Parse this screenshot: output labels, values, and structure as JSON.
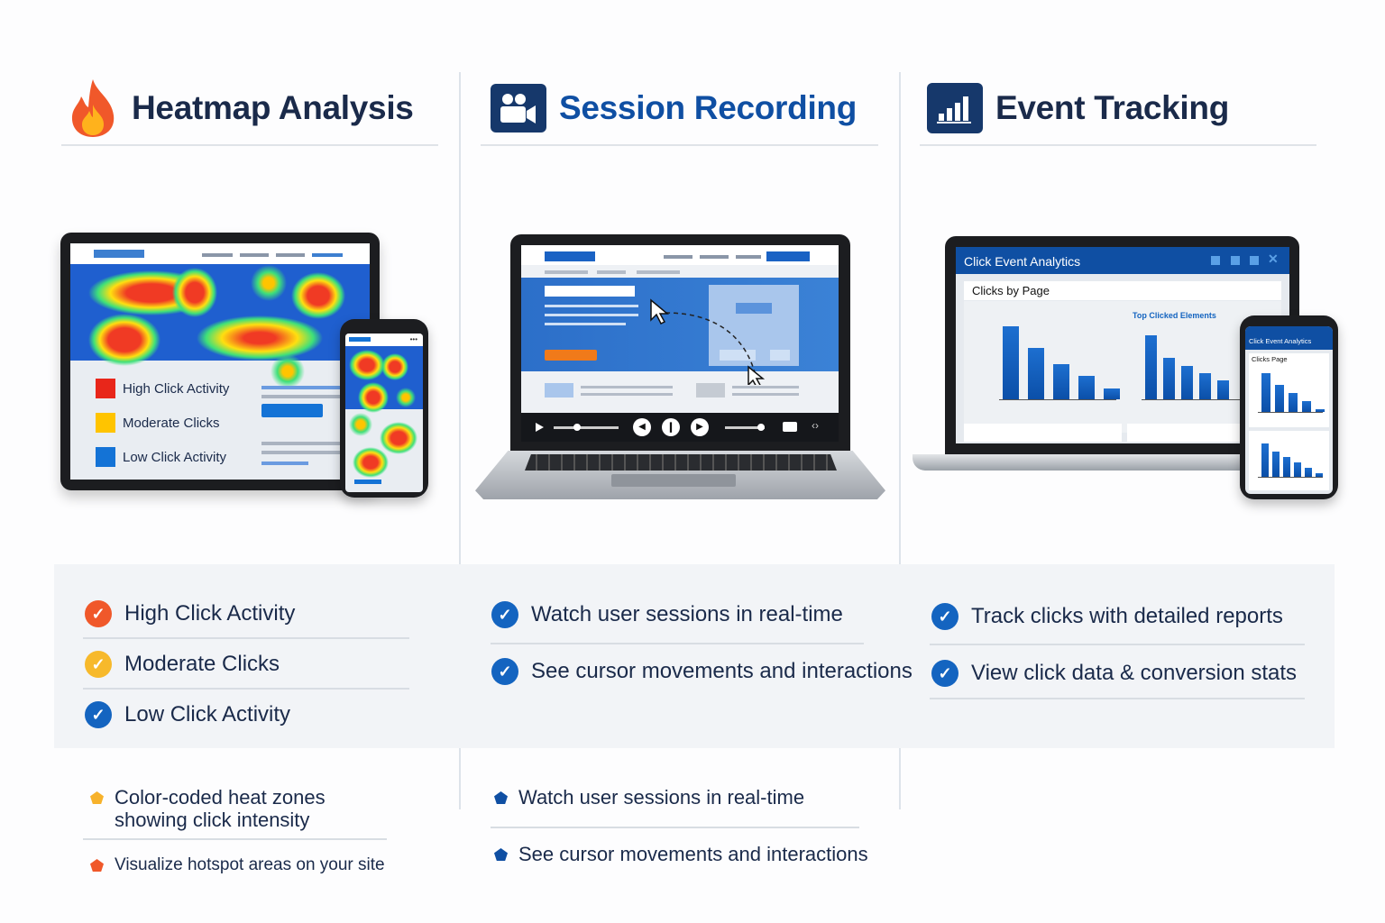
{
  "columns": [
    {
      "title": "Heatmap Analysis",
      "icon": "flame-icon"
    },
    {
      "title": "Session Recording",
      "icon": "video-camera-icon"
    },
    {
      "title": "Event Tracking",
      "icon": "bar-chart-icon"
    }
  ],
  "heatmap_device": {
    "legend": [
      {
        "label": "High Click Activity",
        "color": "#e8261a"
      },
      {
        "label": "Moderate Clicks",
        "color": "#ffc400"
      },
      {
        "label": "Low Click Activity",
        "color": "#1473d6"
      }
    ]
  },
  "event_device": {
    "window_title": "Click Event Analytics",
    "panel_title": "Clicks by Page",
    "subchart_title": "Top Clicked Elements",
    "page_bar_levels": [
      100,
      70,
      48,
      32,
      15
    ],
    "element_bar_levels": [
      100,
      64,
      52,
      41,
      29
    ],
    "phone_title": "Click Event Analytics",
    "phone_panel": "Clicks Page",
    "phone_bar_levels_1": [
      100,
      70,
      48,
      27,
      8
    ],
    "phone_bar_levels_2": [
      100,
      75,
      60,
      42,
      26,
      12
    ]
  },
  "checklists": [
    [
      {
        "text": "High Click Activity",
        "color": "#f0582a"
      },
      {
        "text": "Moderate Clicks",
        "color": "#f7b92b"
      },
      {
        "text": "Low Click Activity",
        "color": "#1464c0"
      }
    ],
    [
      {
        "text": "Watch user sessions in real-time",
        "color": "#1464c0"
      },
      {
        "text": "See cursor movements and interactions",
        "color": "#1464c0"
      }
    ],
    [
      {
        "text": "Track clicks with detailed reports",
        "color": "#1464c0"
      },
      {
        "text": "View click data & conversion stats",
        "color": "#1464c0"
      }
    ]
  ],
  "bullets": [
    [
      {
        "text": "Color-coded heat zones\nshowing click intensity",
        "color": "#f7b22b"
      },
      {
        "text": "Visualize hotspot areas on your site",
        "color": "#f0582a"
      }
    ],
    [
      {
        "text": "Watch user sessions in real-time",
        "color": "#0f4fa3"
      },
      {
        "text": "See cursor movements and interactions",
        "color": "#0f4fa3"
      }
    ]
  ],
  "colors": {
    "navy": "#16386b",
    "blue": "#1464c0",
    "accent_orange": "#f0582a"
  }
}
